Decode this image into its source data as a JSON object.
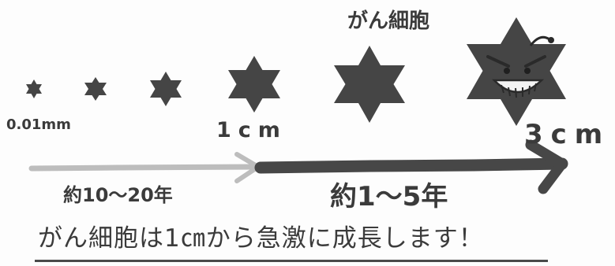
{
  "labels": {
    "cell_title": "がん細胞",
    "size_start": "0.01mm",
    "size_1cm": "1cm",
    "size_3cm": "3cm",
    "period_slow": "約10〜20年",
    "period_fast": "約1〜5年"
  },
  "caption": "がん細胞は1㎝から急激に成長します！",
  "colors": {
    "cell_fill": "#454545",
    "slow_arrow": "#bdbdbd",
    "fast_arrow": "#474747",
    "text": "#3b3b3b"
  }
}
